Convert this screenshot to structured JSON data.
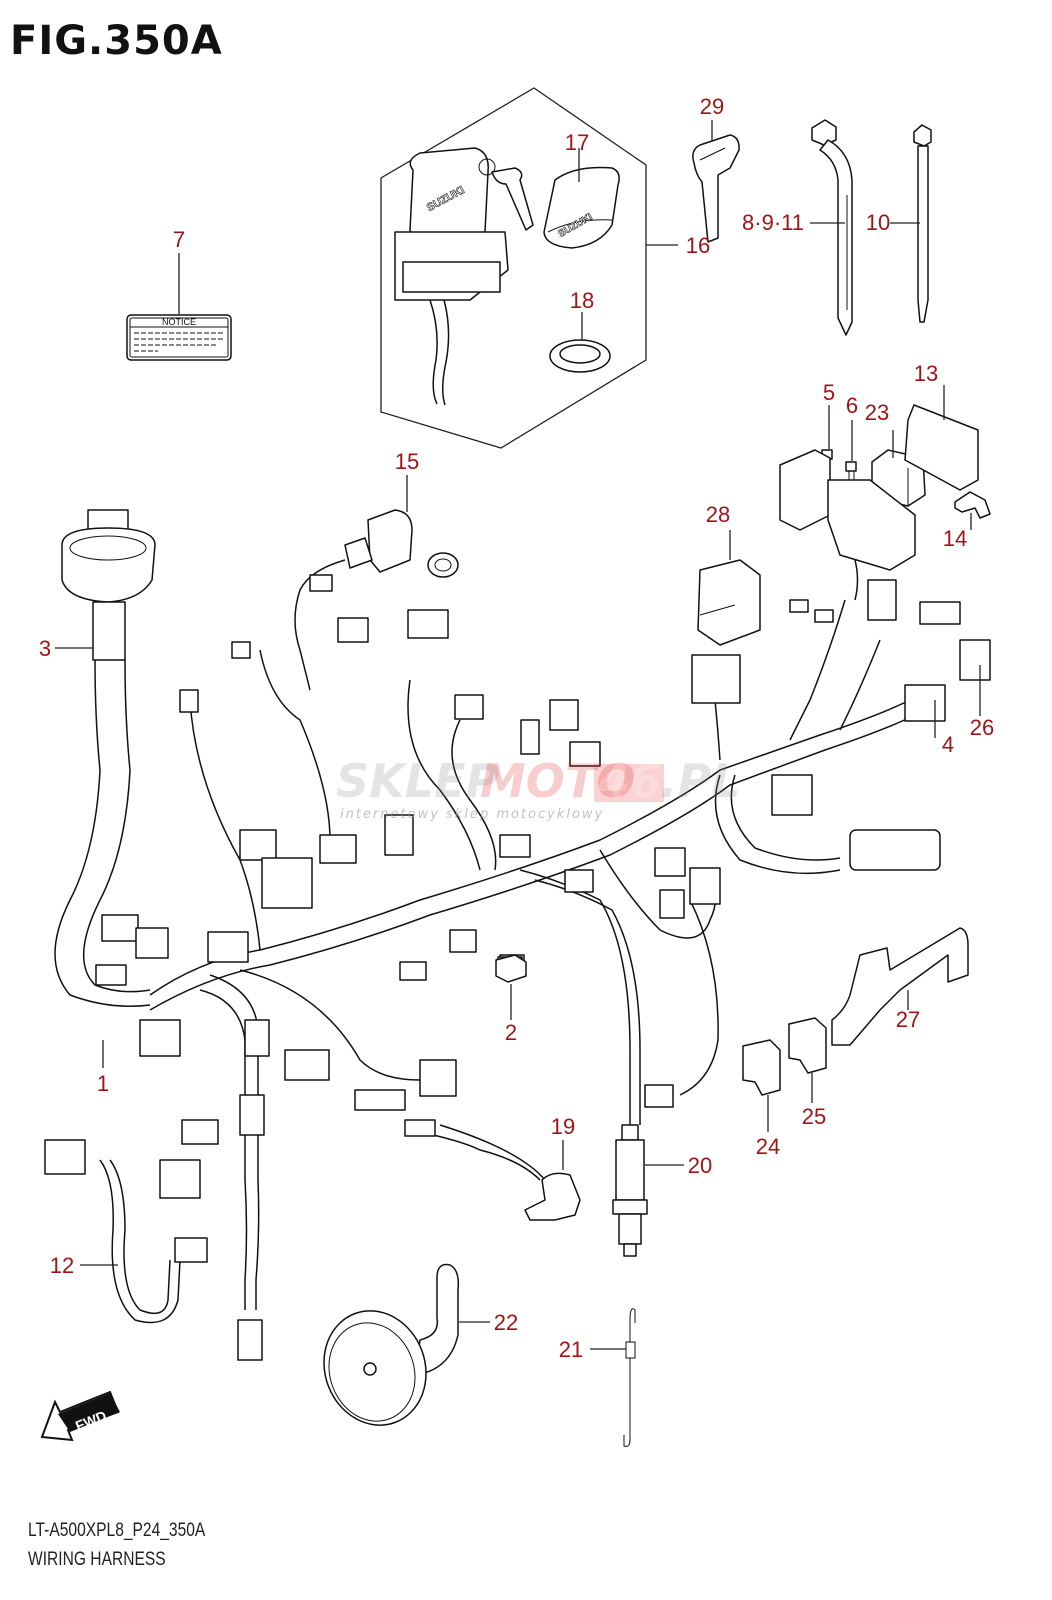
{
  "figure": {
    "title": "FIG.350A",
    "model_code": "LT-A500XPL8_P24_350A",
    "section_name": "WIRING HARNESS",
    "label_color": "#a01418",
    "direction_marker": "FWD"
  },
  "callouts": [
    {
      "id": "1",
      "text": "1",
      "part": "main-wiring-harness"
    },
    {
      "id": "2",
      "text": "2",
      "part": "connector-cap"
    },
    {
      "id": "3",
      "text": "3",
      "part": "sub-harness-round-connector"
    },
    {
      "id": "4",
      "text": "4",
      "part": "connector"
    },
    {
      "id": "5",
      "text": "5",
      "part": "fuse"
    },
    {
      "id": "6",
      "text": "6",
      "part": "fuse"
    },
    {
      "id": "7",
      "text": "7",
      "part": "notice-label"
    },
    {
      "id": "8-9-11",
      "text": "8·9·11",
      "part": "cable-tie-clamp"
    },
    {
      "id": "10",
      "text": "10",
      "part": "cable-tie"
    },
    {
      "id": "12",
      "text": "12",
      "part": "lead-wire"
    },
    {
      "id": "13",
      "text": "13",
      "part": "relay-bracket"
    },
    {
      "id": "14",
      "text": "14",
      "part": "clamp"
    },
    {
      "id": "15",
      "text": "15",
      "part": "power-socket"
    },
    {
      "id": "16",
      "text": "16",
      "part": "ignition-switch-assy"
    },
    {
      "id": "17",
      "text": "17",
      "part": "key-cap"
    },
    {
      "id": "18",
      "text": "18",
      "part": "switch-nut"
    },
    {
      "id": "19",
      "text": "19",
      "part": "sensor-clamp"
    },
    {
      "id": "20",
      "text": "20",
      "part": "oxygen-sensor"
    },
    {
      "id": "21",
      "text": "21",
      "part": "spring"
    },
    {
      "id": "22",
      "text": "22",
      "part": "horn"
    },
    {
      "id": "23",
      "text": "23",
      "part": "relay"
    },
    {
      "id": "24",
      "text": "24",
      "part": "connector-cover"
    },
    {
      "id": "25",
      "text": "25",
      "part": "connector-cover"
    },
    {
      "id": "26",
      "text": "26",
      "part": "connector"
    },
    {
      "id": "27",
      "text": "27",
      "part": "harness-bracket"
    },
    {
      "id": "28",
      "text": "28",
      "part": "relay-large"
    },
    {
      "id": "29",
      "text": "29",
      "part": "blank-key"
    }
  ],
  "notice_label": {
    "heading": "NOTICE"
  },
  "brand_marks": {
    "key_brand": "SUZUKI"
  },
  "watermark": {
    "main_a": "SKLEP",
    "main_b": "MOTO",
    "main_c": "46",
    "main_d": ".PL",
    "sub": "internetowy sklep motocyklowy"
  }
}
